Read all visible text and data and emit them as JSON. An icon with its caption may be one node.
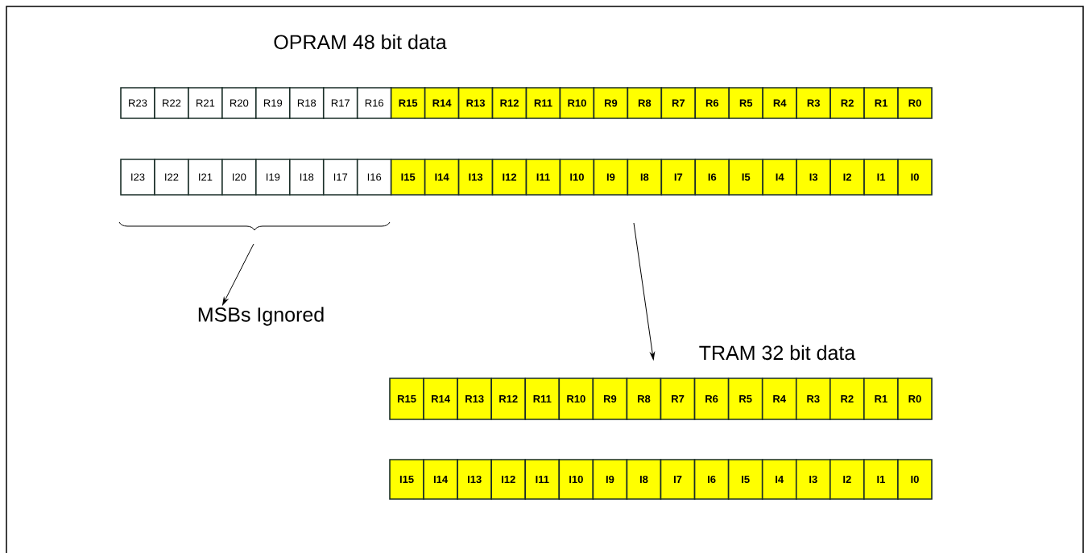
{
  "diagram": {
    "nodes": [
      {
        "text": [
          "R23"
        ]
      },
      {
        "text": [
          "R22"
        ]
      },
      {
        "text": [
          "R21"
        ]
      },
      {
        "text": [
          "R20"
        ]
      },
      {
        "text": [
          "R19"
        ]
      },
      {
        "text": [
          "R18"
        ]
      },
      {
        "text": [
          "R17"
        ]
      },
      {
        "text": [
          "R16"
        ]
      },
      {
        "text": [
          "R15"
        ]
      },
      {
        "text": [
          "R14"
        ]
      },
      {
        "text": [
          "R13"
        ]
      },
      {
        "text": [
          "R12"
        ]
      },
      {
        "text": [
          "R11"
        ]
      },
      {
        "text": [
          "R10"
        ]
      },
      {
        "text": [
          "R9"
        ]
      },
      {
        "text": [
          "R8"
        ]
      },
      {
        "text": [
          "R7"
        ]
      },
      {
        "text": [
          "R6"
        ]
      },
      {
        "text": [
          "R5"
        ]
      },
      {
        "text": [
          "R4"
        ]
      },
      {
        "text": [
          "R3"
        ]
      },
      {
        "text": [
          "R2"
        ]
      },
      {
        "text": [
          "R1"
        ]
      },
      {
        "text": [
          "R0"
        ]
      },
      {
        "text": [
          "I23"
        ]
      },
      {
        "text": [
          "I22"
        ]
      },
      {
        "text": [
          "I21"
        ]
      },
      {
        "text": [
          "I20"
        ]
      },
      {
        "text": [
          "I19"
        ]
      },
      {
        "text": [
          "I18"
        ]
      },
      {
        "text": [
          "I17"
        ]
      },
      {
        "text": [
          "I16"
        ]
      },
      {
        "text": [
          "I15"
        ]
      },
      {
        "text": [
          "I14"
        ]
      },
      {
        "text": [
          "I13"
        ]
      },
      {
        "text": [
          "I12"
        ]
      },
      {
        "text": [
          "I11"
        ]
      },
      {
        "text": [
          "I10"
        ]
      },
      {
        "text": [
          "I9"
        ]
      },
      {
        "text": [
          "I8"
        ]
      },
      {
        "text": [
          "I7"
        ]
      },
      {
        "text": [
          "I6"
        ]
      },
      {
        "text": [
          "I5"
        ]
      },
      {
        "text": [
          "I4"
        ]
      },
      {
        "text": [
          "I3"
        ]
      },
      {
        "text": [
          "I2"
        ]
      },
      {
        "text": [
          "I1"
        ]
      },
      {
        "text": [
          "I0"
        ]
      },
      {
        "text": [
          "R15"
        ]
      },
      {
        "text": [
          "R14"
        ]
      },
      {
        "text": [
          "R13"
        ]
      },
      {
        "text": [
          "R12"
        ]
      },
      {
        "text": [
          "R11"
        ]
      },
      {
        "text": [
          "R10"
        ]
      },
      {
        "text": [
          "R9"
        ]
      },
      {
        "text": [
          "R8"
        ]
      },
      {
        "text": [
          "R7"
        ]
      },
      {
        "text": [
          "R6"
        ]
      },
      {
        "text": [
          "R5"
        ]
      },
      {
        "text": [
          "R4"
        ]
      },
      {
        "text": [
          "R3"
        ]
      },
      {
        "text": [
          "R2"
        ]
      },
      {
        "text": [
          "R1"
        ]
      },
      {
        "text": [
          "R0"
        ]
      },
      {
        "text": [
          "I15"
        ]
      },
      {
        "text": [
          "I14"
        ]
      },
      {
        "text": [
          "I13"
        ]
      },
      {
        "text": [
          "I12"
        ]
      },
      {
        "text": [
          "I11"
        ]
      },
      {
        "text": [
          "I10"
        ]
      },
      {
        "text": [
          "I9"
        ]
      },
      {
        "text": [
          "I8"
        ]
      },
      {
        "text": [
          "I7"
        ]
      },
      {
        "text": [
          "I6"
        ]
      },
      {
        "text": [
          "I5"
        ]
      },
      {
        "text": [
          "I4"
        ]
      },
      {
        "text": [
          "I3"
        ]
      },
      {
        "text": [
          "I2"
        ]
      },
      {
        "text": [
          "I1"
        ]
      },
      {
        "text": [
          "I0"
        ]
      },
      {
        "text": [
          "MSBs Ignored"
        ]
      },
      {
        "text": [
          "TRAM 32 bit data"
        ]
      }
    ],
    "edges": [
      {
        "from": null,
        "to": 80,
        "arrow": "to"
      },
      {
        "from": null,
        "to": 81,
        "arrow": "to"
      }
    ],
    "labels": [
      "OPRAM 48 bit data"
    ]
  }
}
